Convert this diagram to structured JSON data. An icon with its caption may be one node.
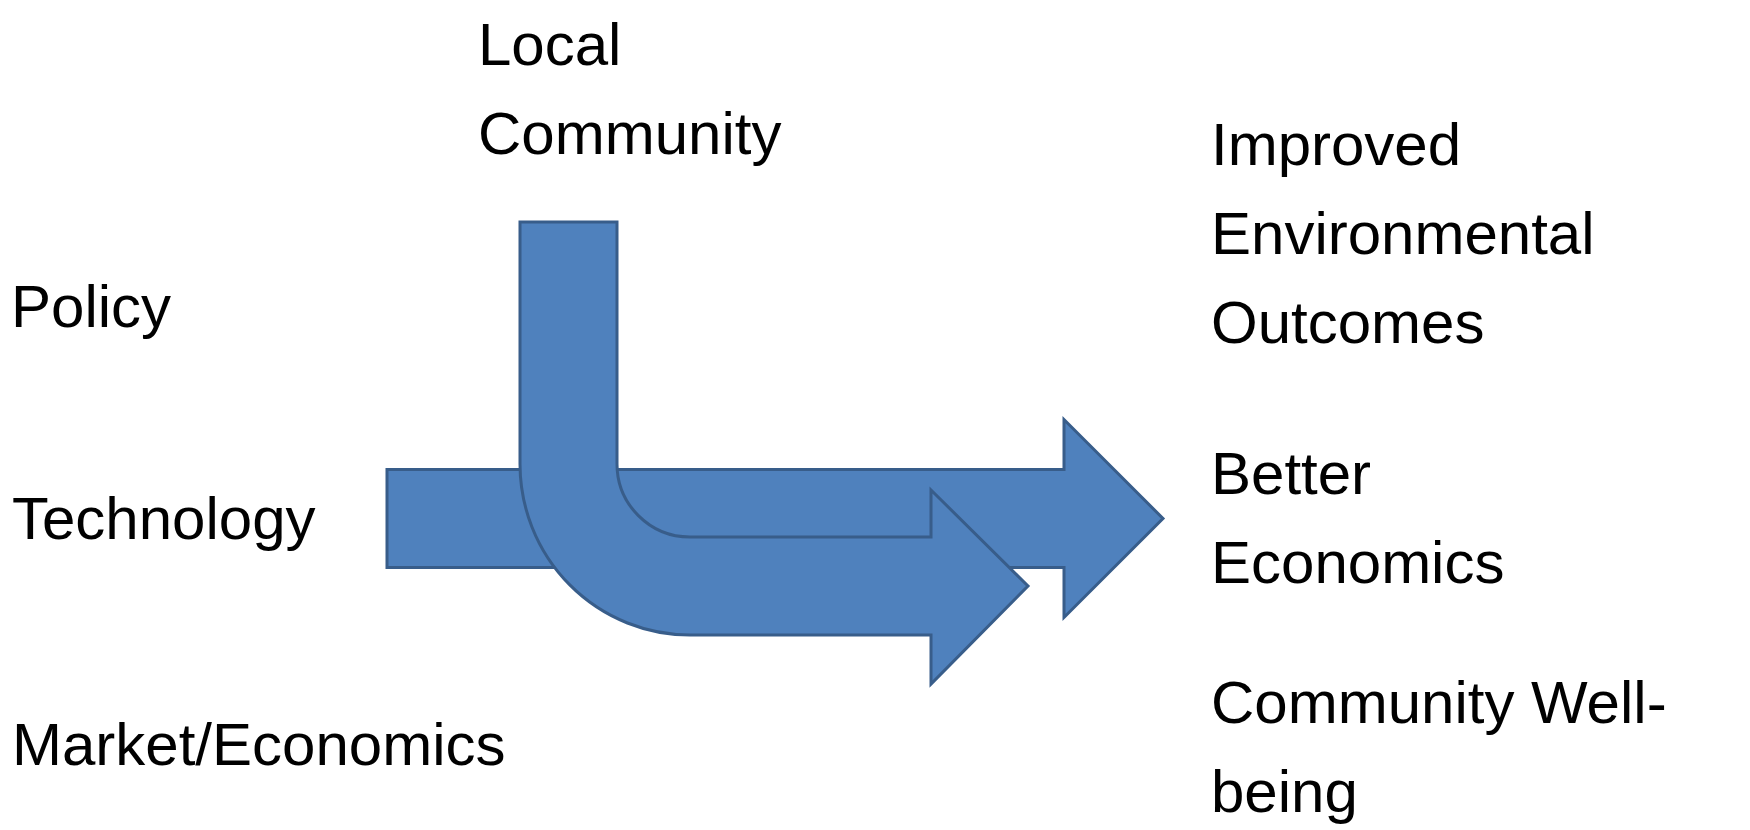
{
  "diagram": {
    "nodes": [
      {
        "text": [
          "Local Community"
        ]
      },
      {
        "text": [
          "Policy"
        ]
      },
      {
        "text": [
          "Technology"
        ]
      },
      {
        "text": [
          "Market/Economics"
        ]
      },
      {
        "text": [
          "Improved Environmental Outcomes"
        ]
      },
      {
        "text": [
          "Better Economics"
        ]
      },
      {
        "text": [
          "Community Well-being"
        ]
      }
    ],
    "edges": [
      {
        "from": 2,
        "to": 5,
        "arrow": "to",
        "style": "thick"
      },
      {
        "from": 0,
        "to": 5,
        "arrow": "to",
        "style": "thick"
      }
    ]
  }
}
